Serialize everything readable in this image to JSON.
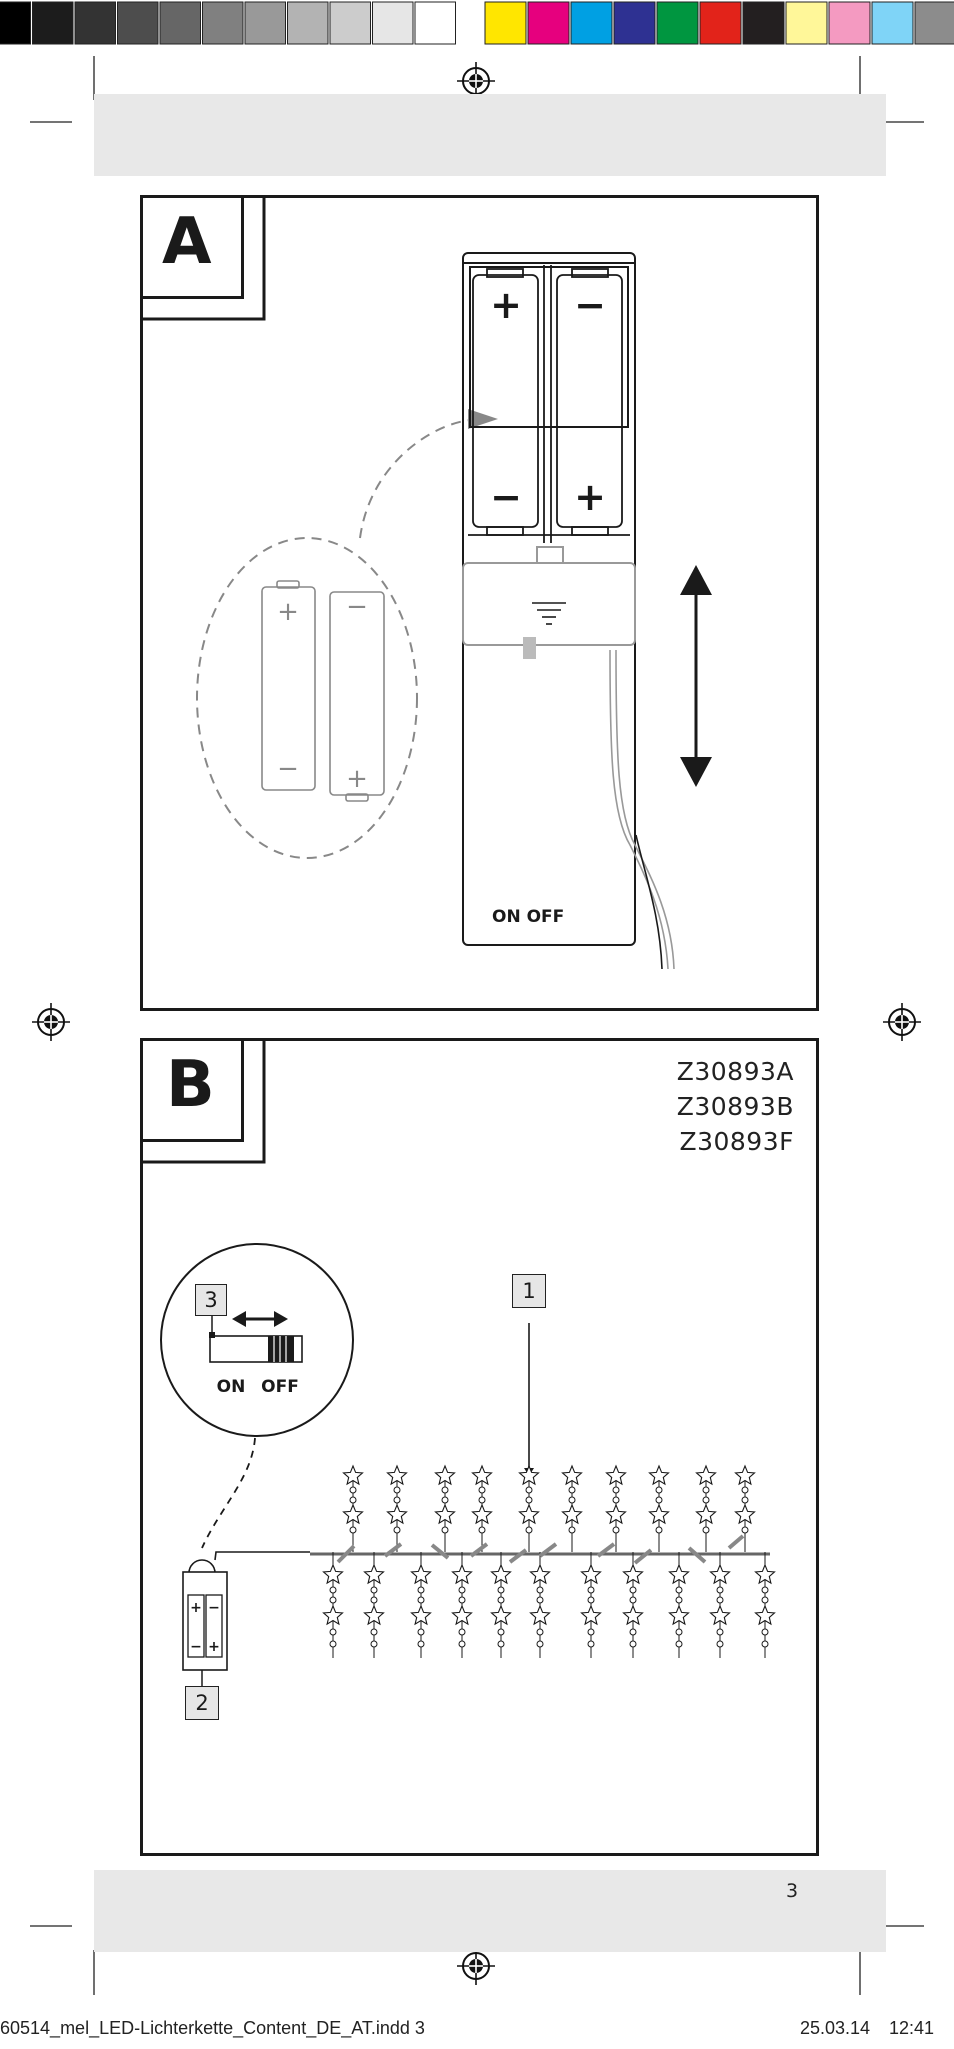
{
  "print_marks": {
    "grayscale_swatches": [
      "#000000",
      "#1c1c1c",
      "#333333",
      "#4d4d4d",
      "#666666",
      "#808080",
      "#999999",
      "#b3b3b3",
      "#cccccc",
      "#e6e6e6",
      "#ffffff"
    ],
    "color_swatches": [
      "#ffe600",
      "#e6007e",
      "#00a0e3",
      "#2e3192",
      "#009640",
      "#e2231a",
      "#231f20",
      "#fff799",
      "#f49ac1",
      "#7fd4f7",
      "#8c8c8c"
    ]
  },
  "figure_a": {
    "panel_letter": "A",
    "switch_label": "ON OFF",
    "battery_polarity": {
      "plus": "+",
      "minus": "−"
    }
  },
  "figure_b": {
    "panel_letter": "B",
    "models": [
      "Z30893A",
      "Z30893B",
      "Z30893F"
    ],
    "callouts": {
      "c1": "1",
      "c2": "2",
      "c3": "3"
    },
    "switch_on": "ON",
    "switch_off": "OFF"
  },
  "page_number": "3",
  "footer": {
    "file_name": "60514_mel_LED-Lichterkette_Content_DE_AT.indd   3",
    "date": "25.03.14",
    "time": "12:41"
  }
}
